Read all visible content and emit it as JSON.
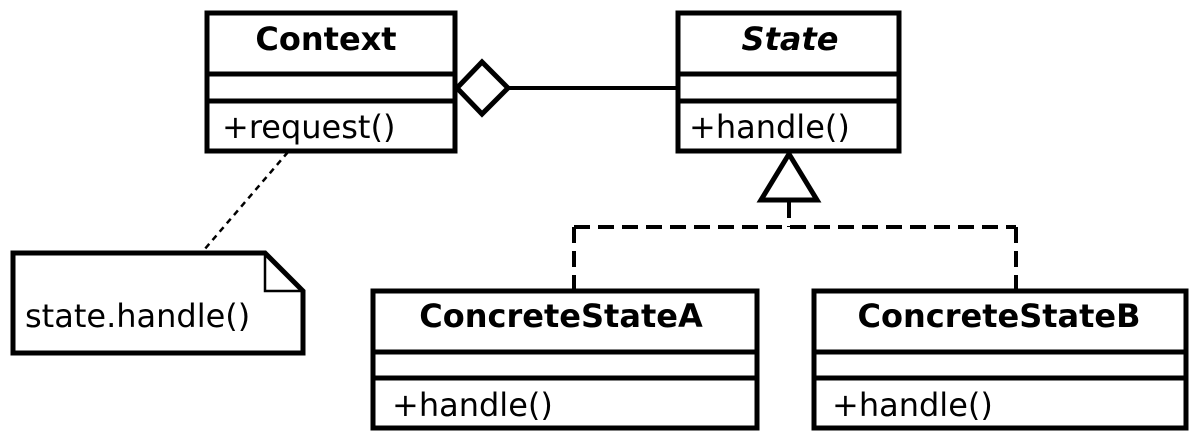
{
  "classes": {
    "context": {
      "name": "Context",
      "methods": [
        "+request()"
      ]
    },
    "state": {
      "name": "State",
      "abstract": true,
      "methods": [
        "+handle()"
      ]
    },
    "concrete_a": {
      "name": "ConcreteStateA",
      "methods": [
        "+handle()"
      ]
    },
    "concrete_b": {
      "name": "ConcreteStateB",
      "methods": [
        "+handle()"
      ]
    }
  },
  "note": {
    "text": "state.handle()"
  }
}
